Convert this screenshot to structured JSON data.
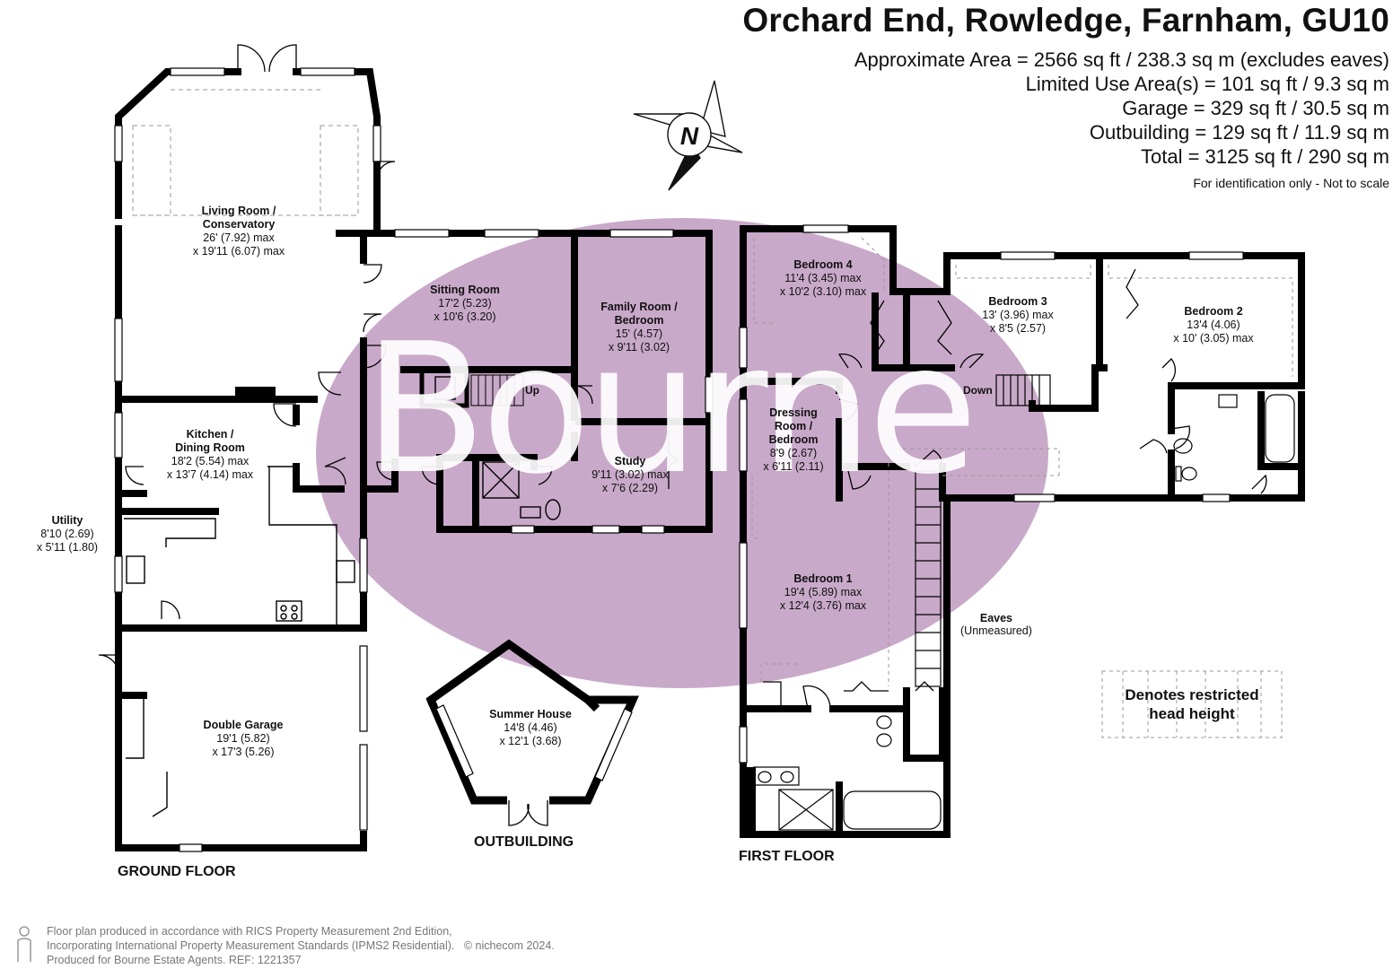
{
  "header": {
    "title": "Orchard End, Rowledge, Farnham, GU10",
    "areas": [
      "Approximate Area = 2566 sq ft / 238.3 sq m (excludes eaves)",
      "Limited Use Area(s) = 101 sq ft / 9.3 sq m",
      "Garage = 329 sq ft / 30.5 sq m",
      "Outbuilding = 129 sq ft / 11.9 sq m",
      "Total = 3125 sq ft / 290 sq m"
    ],
    "disclaimer": "For identification only - Not to scale"
  },
  "compass": {
    "label": "N"
  },
  "watermark": "Bourne",
  "colors": {
    "wall": "#000000",
    "watermark_ellipse": "#c9a9c9"
  },
  "rooms": {
    "living": {
      "name1": "Living Room /",
      "name2": "Conservatory",
      "dim1": "26' (7.92) max",
      "dim2": "x 19'11 (6.07) max"
    },
    "sitting": {
      "name": "Sitting Room",
      "dim1": "17'2 (5.23)",
      "dim2": "x 10'6 (3.20)"
    },
    "family": {
      "name1": "Family Room /",
      "name2": "Bedroom",
      "dim1": "15' (4.57)",
      "dim2": "x 9'11 (3.02)"
    },
    "kitchen": {
      "name1": "Kitchen /",
      "name2": "Dining Room",
      "dim1": "18'2 (5.54) max",
      "dim2": "x 13'7 (4.14) max"
    },
    "study": {
      "name": "Study",
      "dim1": "9'11 (3.02) max",
      "dim2": "x 7'6 (2.29)"
    },
    "utility": {
      "name": "Utility",
      "dim1": "8'10 (2.69)",
      "dim2": "x 5'11 (1.80)"
    },
    "garage": {
      "name": "Double Garage",
      "dim1": "19'1 (5.82)",
      "dim2": "x 17'3 (5.26)"
    },
    "summer": {
      "name": "Summer House",
      "dim1": "14'8 (4.46)",
      "dim2": "x 12'1 (3.68)"
    },
    "bed4": {
      "name": "Bedroom 4",
      "dim1": "11'4 (3.45) max",
      "dim2": "x 10'2 (3.10) max"
    },
    "bed3": {
      "name": "Bedroom 3",
      "dim1": "13' (3.96) max",
      "dim2": "x 8'5 (2.57)"
    },
    "bed2": {
      "name": "Bedroom 2",
      "dim1": "13'4 (4.06)",
      "dim2": "x 10' (3.05) max"
    },
    "dressing": {
      "name1": "Dressing",
      "name2": "Room /",
      "name3": "Bedroom",
      "dim1": "8'9 (2.67)",
      "dim2": "x 6'11 (2.11)"
    },
    "bed1": {
      "name": "Bedroom 1",
      "dim1": "19'4 (5.89) max",
      "dim2": "x 12'4 (3.76) max"
    }
  },
  "stairs": {
    "up": "Up",
    "down": "Down"
  },
  "eaves": {
    "name": "Eaves",
    "note": "(Unmeasured)"
  },
  "legend": {
    "line1": "Denotes restricted",
    "line2": "head height"
  },
  "floors": {
    "ground": "GROUND FLOOR",
    "first": "FIRST FLOOR",
    "outbuilding": "OUTBUILDING"
  },
  "footer": {
    "line1": "Floor plan produced in accordance with RICS Property Measurement 2nd Edition,",
    "line2": "Incorporating International Property Measurement Standards (IPMS2 Residential).",
    "line2b": "© nichecom 2024.",
    "line3": "Produced for Bourne Estate Agents.   REF: 1221357"
  }
}
